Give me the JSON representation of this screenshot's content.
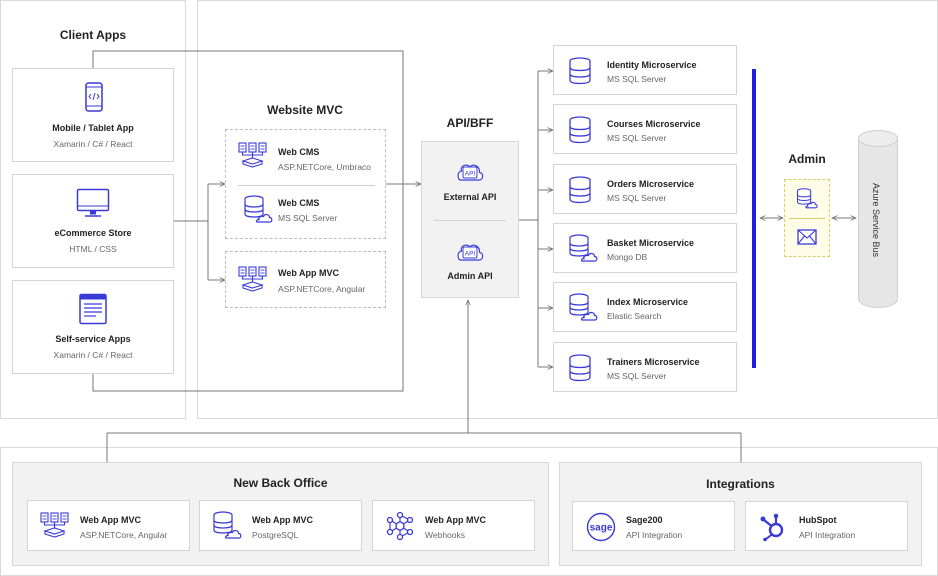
{
  "client_apps": {
    "title": "Client Apps",
    "items": [
      {
        "name": "Mobile / Tablet App",
        "tech": "Xamarin / C# / React",
        "icon": "mobile-code-icon"
      },
      {
        "name": "eCommerce Store",
        "tech": "HTML / CSS",
        "icon": "monitor-icon"
      },
      {
        "name": "Self-service Apps",
        "tech": "Xamarin / C# / React",
        "icon": "browser-window-icon"
      }
    ]
  },
  "website_mvc": {
    "title": "Website MVC",
    "cms_group": [
      {
        "name": "Web CMS",
        "tech": "ASP.NETCore, Umbraco",
        "icon": "server-tree-icon"
      },
      {
        "name": "Web CMS",
        "tech": "MS SQL Server",
        "icon": "database-cloud-icon"
      }
    ],
    "webapp": {
      "name": "Web App MVC",
      "tech": "ASP.NETCore, Angular",
      "icon": "server-tree-icon"
    }
  },
  "api_bff": {
    "title": "API/BFF",
    "external": {
      "label": "External API",
      "badge": "API"
    },
    "admin": {
      "label": "Admin API",
      "badge": "API"
    }
  },
  "microservices": [
    {
      "name": "Identity Microservice",
      "db": "MS SQL Server"
    },
    {
      "name": "Courses Microservice",
      "db": "MS SQL Server"
    },
    {
      "name": "Orders Microservice",
      "db": "MS SQL Server"
    },
    {
      "name": "Basket Microservice",
      "db": "Mongo DB"
    },
    {
      "name": "Index Microservice",
      "db": "Elastic Search"
    },
    {
      "name": "Trainers Microservice",
      "db": "MS SQL Server"
    }
  ],
  "admin": {
    "title": "Admin"
  },
  "service_bus": {
    "label": "Azure Service Bus"
  },
  "back_office": {
    "title": "New Back Office",
    "items": [
      {
        "name": "Web App MVC",
        "tech": "ASP.NETCore, Angular",
        "icon": "server-tree-icon"
      },
      {
        "name": "Web App MVC",
        "tech": "PostgreSQL",
        "icon": "database-cloud-icon"
      },
      {
        "name": "Web App MVC",
        "tech": "Webhooks",
        "icon": "webhook-network-icon"
      }
    ]
  },
  "integrations": {
    "title": "Integrations",
    "items": [
      {
        "name": "Sage200",
        "tech": "API Integration",
        "icon": "sage-logo-icon",
        "logo_text": "sage"
      },
      {
        "name": "HubSpot",
        "tech": "API Integration",
        "icon": "hubspot-logo-icon"
      }
    ]
  },
  "colors": {
    "accent": "#3a3ad6",
    "admin_bar": "#1f1fe0",
    "admin_box": "#fffde7"
  }
}
